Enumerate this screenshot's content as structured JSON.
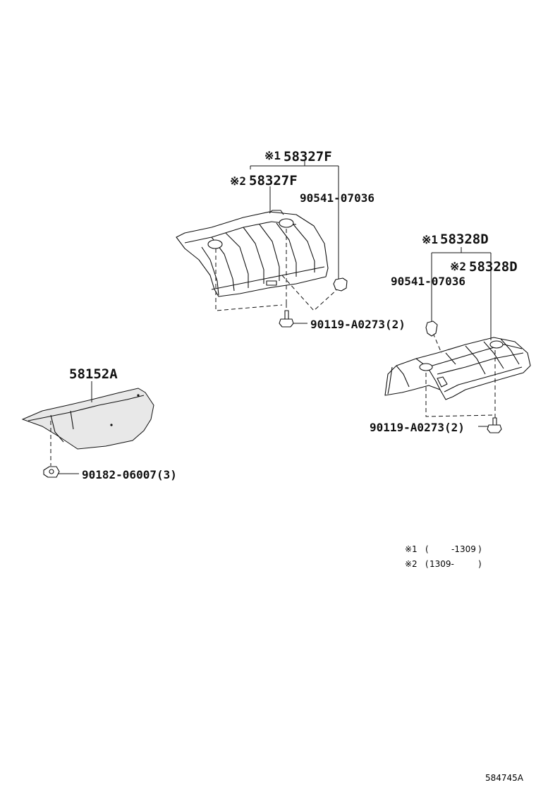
{
  "callouts": {
    "p58327f_v1": {
      "mark": "※1",
      "part": "58327F"
    },
    "p58327f_v2": {
      "mark": "※2",
      "part": "58327F"
    },
    "clip_a": "90541-07036",
    "bolt_a": "90119-A0273(2)",
    "p58328d_v1": {
      "mark": "※1",
      "part": "58328D"
    },
    "p58328d_v2": {
      "mark": "※2",
      "part": "58328D"
    },
    "clip_b": "90541-07036",
    "bolt_b": "90119-A0273(2)",
    "p58152a": "58152A",
    "nut_c": "90182-06007(3)"
  },
  "legend": [
    {
      "mark": "※1",
      "open": "(",
      "from": "",
      "to": "-1309",
      "close": ")"
    },
    {
      "mark": "※2",
      "open": "(",
      "from": "1309-",
      "to": "",
      "close": ")"
    }
  ],
  "figure_id": "584745A"
}
